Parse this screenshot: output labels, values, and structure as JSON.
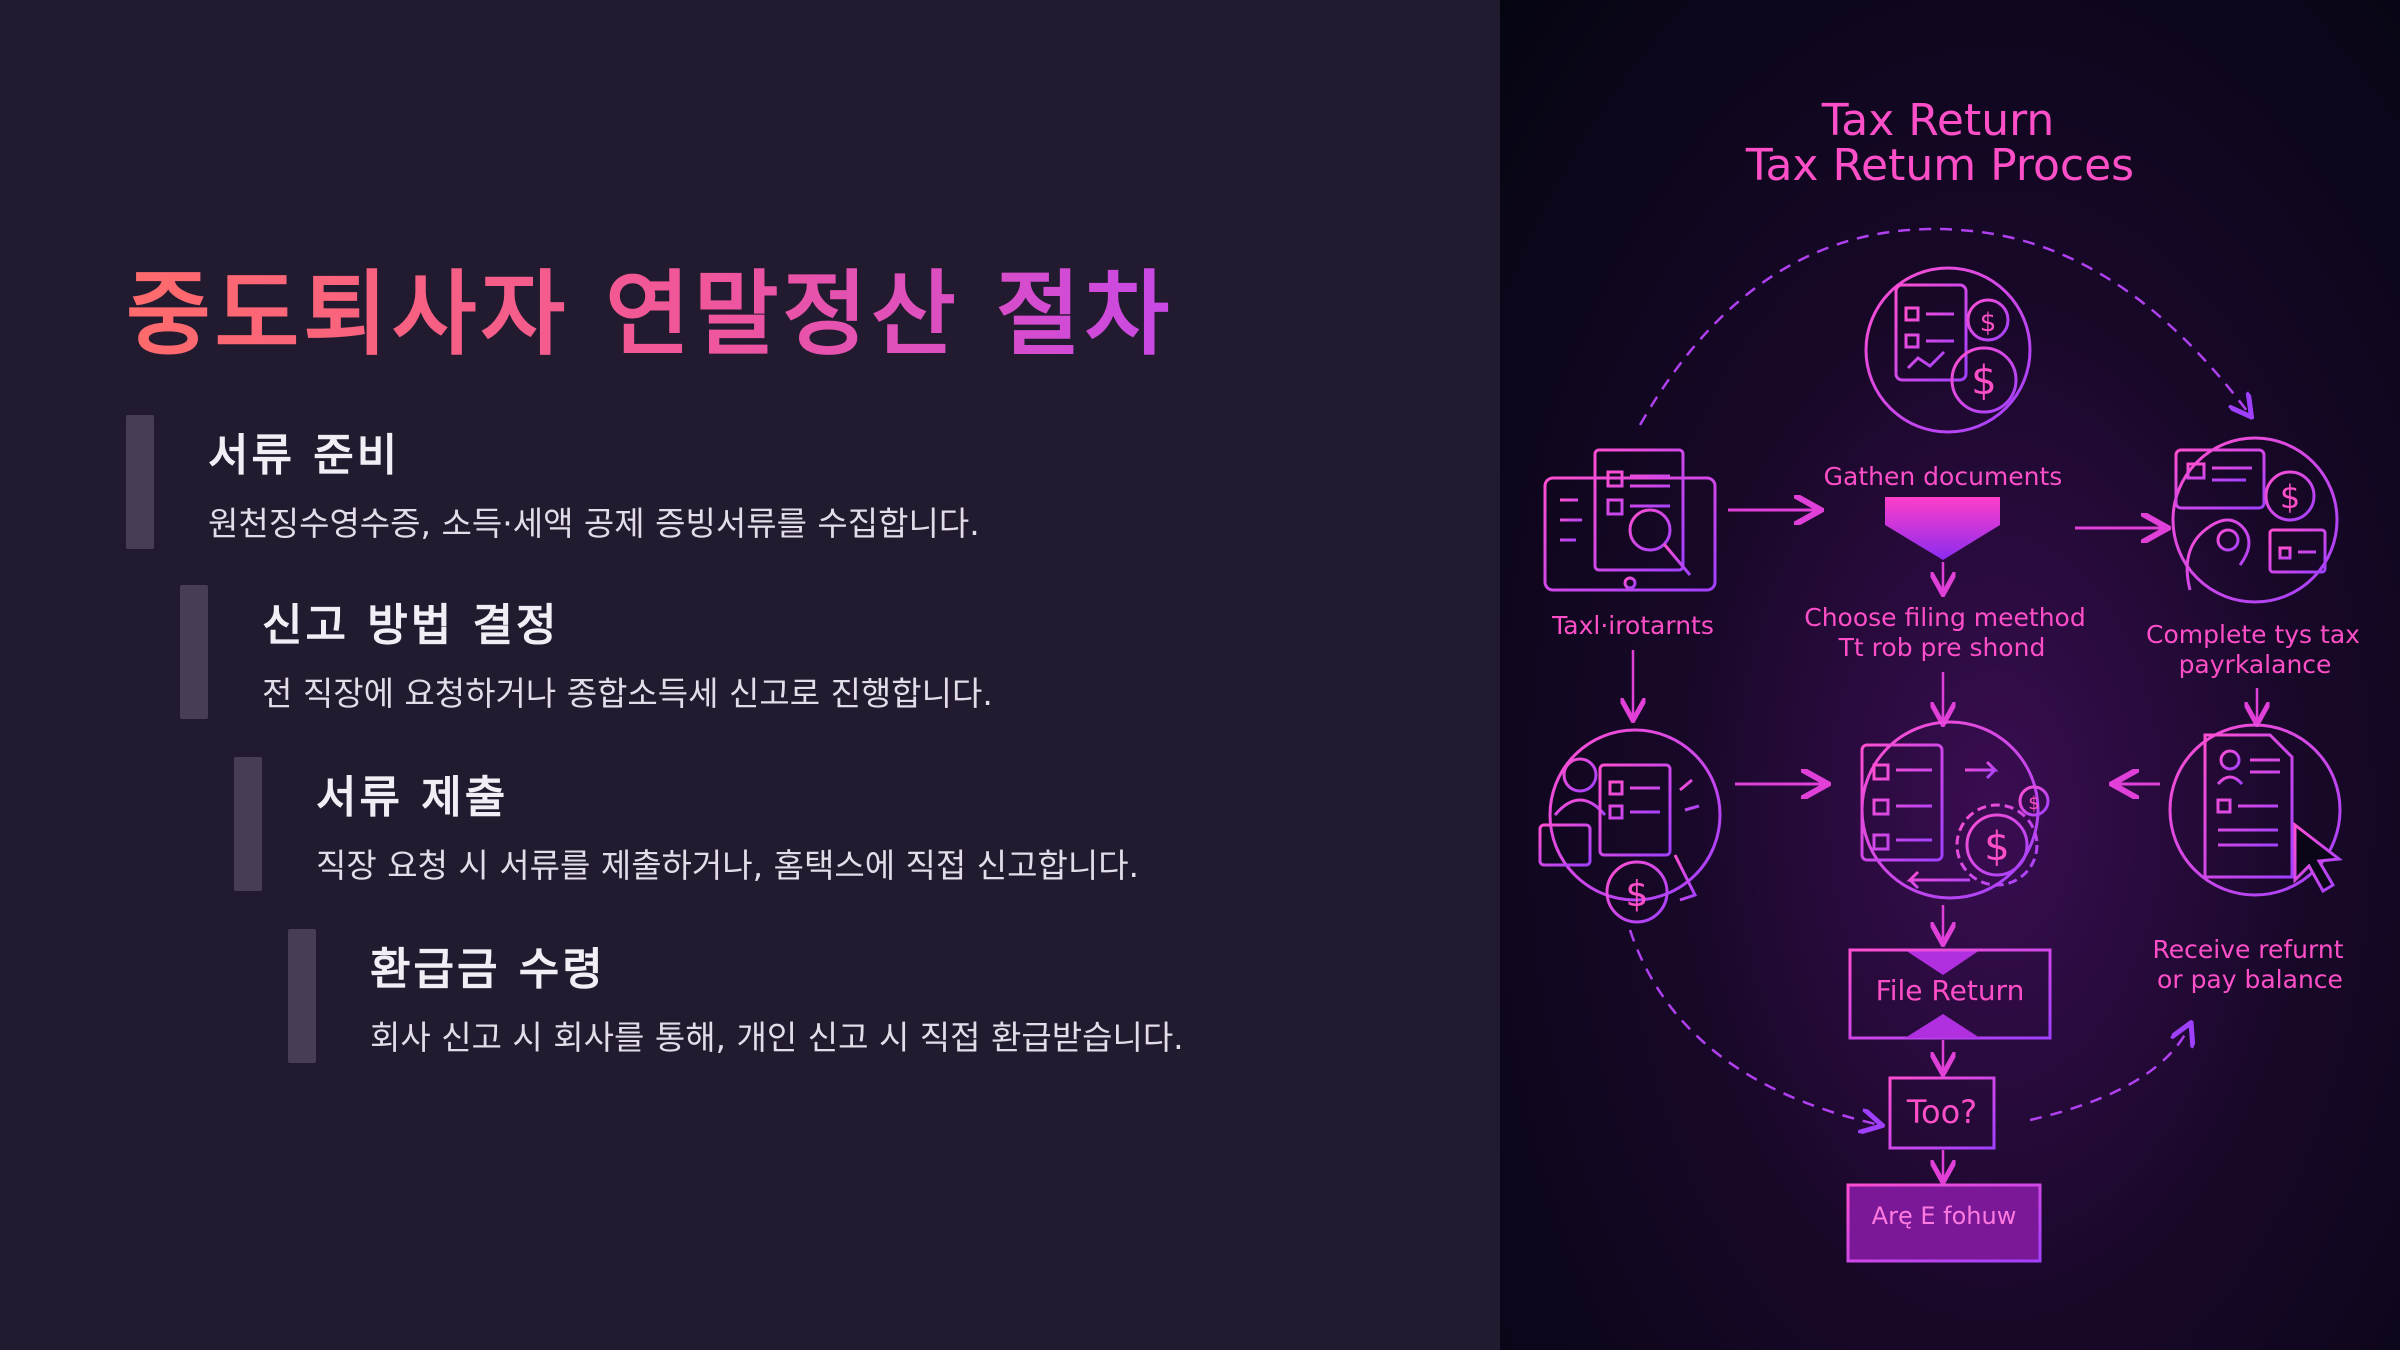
{
  "slide": {
    "title": "중도퇴사자 연말정산 절차",
    "steps": [
      {
        "heading": "서류 준비",
        "description": "원천징수영수증, 소득·세액 공제 증빙서류를 수집합니다."
      },
      {
        "heading": "신고 방법 결정",
        "description": "전 직장에 요청하거나 종합소득세 신고로 진행합니다."
      },
      {
        "heading": "서류 제출",
        "description": "직장 요청 시 서류를 제출하거나, 홈택스에 직접 신고합니다."
      },
      {
        "heading": "환급금 수령",
        "description": "회사 신고 시 회사를 통해, 개인 신고 시 직접 환급받습니다."
      }
    ]
  },
  "illustration": {
    "title_line1": "Tax Return",
    "title_line2": "Tax Retum Proces",
    "label_gather": "Gathen documents",
    "label_choose_1": "Choose filing meethod",
    "label_choose_2": "Tt rob pre shond",
    "label_left": "Taxl·irotarnts",
    "label_complete_1": "Complete tys tax",
    "label_complete_2": "payrkalance",
    "label_receive_1": "Receive refurnt",
    "label_receive_2": "or pay balance",
    "box_file": "File Return",
    "box_too": "Too?",
    "box_are": "Arę E fohuw",
    "colors": {
      "pink": "#e040d8",
      "magenta": "#ff3ec8",
      "violet": "#a040ff"
    }
  }
}
